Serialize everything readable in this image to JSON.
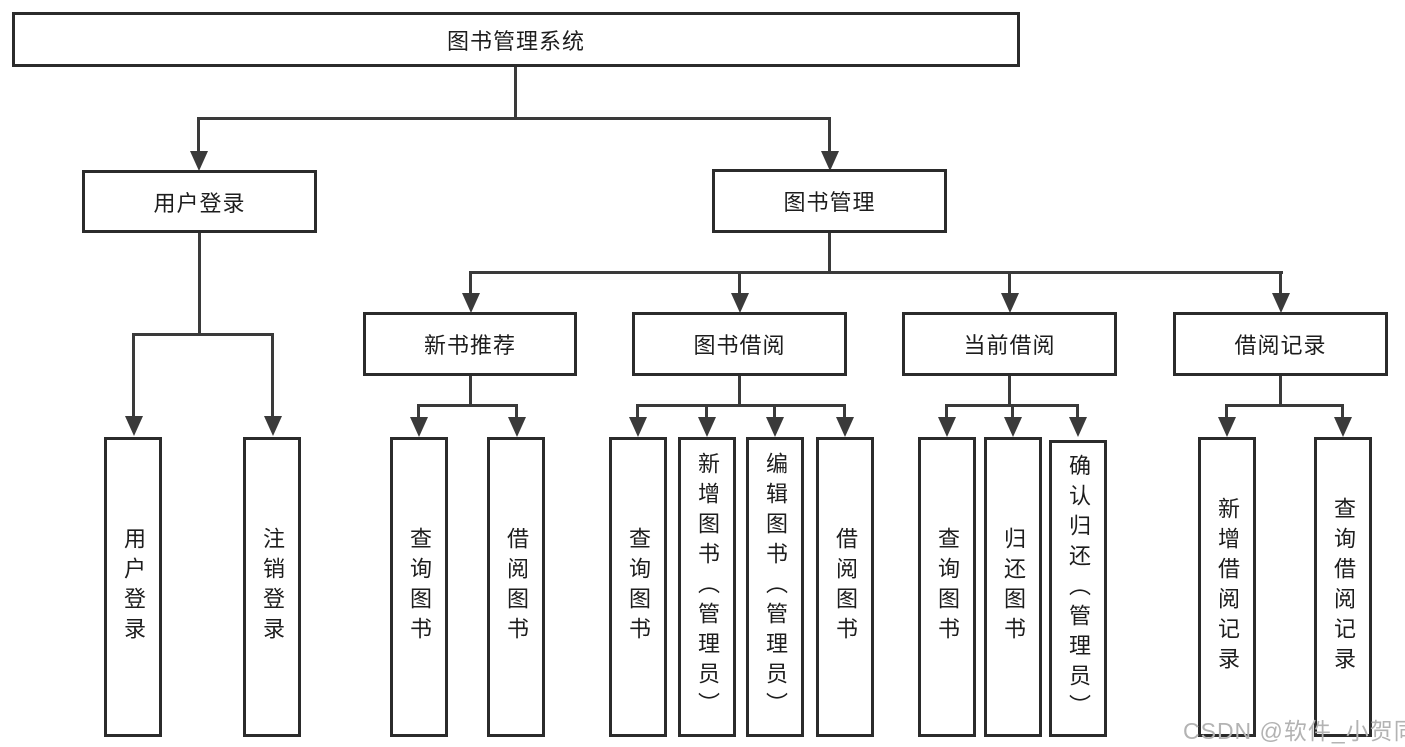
{
  "diagram": {
    "root": {
      "label": "图书管理系统"
    },
    "user_login": {
      "label": "用户登录",
      "children": [
        {
          "label": "用户登录"
        },
        {
          "label": "注销登录"
        }
      ]
    },
    "book_mgmt": {
      "label": "图书管理"
    },
    "recommend": {
      "label": "新书推荐",
      "children": [
        {
          "label": "查询图书"
        },
        {
          "label": "借阅图书"
        }
      ]
    },
    "borrow": {
      "label": "图书借阅",
      "children": [
        {
          "label": "查询图书"
        },
        {
          "label": "新增图书（管理员）"
        },
        {
          "label": "编辑图书（管理员）"
        },
        {
          "label": "借阅图书"
        }
      ]
    },
    "current": {
      "label": "当前借阅",
      "children": [
        {
          "label": "查询图书"
        },
        {
          "label": "归还图书"
        },
        {
          "label": "确认归还（管理员）"
        }
      ]
    },
    "records": {
      "label": "借阅记录",
      "children": [
        {
          "label": "新增借阅记录"
        },
        {
          "label": "查询借阅记录"
        }
      ]
    }
  },
  "watermark": {
    "text": "CSDN @软件_小贺同学"
  },
  "colors": {
    "line": "#3a3a3a",
    "border": "#2b2b2b",
    "text": "#1d1d1d",
    "watermark": "#b3b3b3",
    "node-bg": "#ffffff",
    "bg": "#ffffff"
  }
}
